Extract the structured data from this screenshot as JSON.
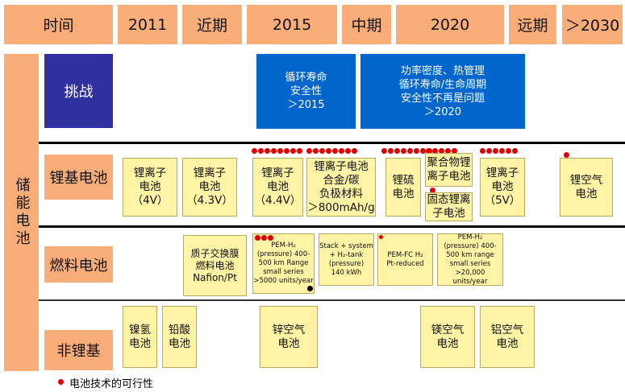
{
  "header": [
    "时间",
    "2011",
    "近期",
    "2015",
    "中期",
    "2020",
    "远期",
    "＞2030"
  ],
  "side_label": "储能电池",
  "rows": {
    "challenge": "挑战",
    "lithium": "锂基电池",
    "fuel": "燃料电池",
    "nonlithium": "非锂基"
  },
  "challenges": [
    "循环寿命\n安全性\n＞2015",
    "功率密度、热管理\n循环寿命/生命周期\n安全性不再是问题\n＞2020"
  ],
  "lithium_boxes": [
    "锂离子\n电池\n（4V）",
    "锂离子\n电池\n（4.3V）",
    "锂离子\n电池\n（4.4V）",
    "锂离子电池\n合金/碳\n负极材料\n＞800mAh/g",
    "锂硫\n电池",
    "聚合物锂\n离子电池",
    "固态锂离\n子电池",
    "锂离子\n电池\n（5V）",
    "锂空气\n电池"
  ],
  "fuel_boxes": [
    "质子交换膜\n燃料电池\nNafion/Pt",
    "PEM-H₂\n(pressure) 400-\n500 km Range\nsmall series\n>5000 units/year",
    "Stack + system\n+ H₂-tank\n(pressure)\n140 kWh",
    "PEM-FC H₂\nPt-reduced",
    "PEM-H₂\n(pressure) 400-\n500 km range\nsmall series\n>20,000 units/year"
  ],
  "nonlithium_boxes": [
    "镍氢\n电池",
    "铅酸\n电池",
    "锌空气\n电池",
    "镁空气\n电池",
    "铝空气\n电池"
  ],
  "feasibility_dots": {
    "li_4_4v": 8,
    "li_alloy": 8,
    "li_s": 8,
    "polymer": 5,
    "solid_state": 1,
    "li_5v": 6,
    "li_air": 1,
    "pem_h2": 3,
    "pem_fc": 1
  },
  "legend": "电池技术的可行性",
  "colors": {
    "header": "#f9ad78",
    "challenge_label": "#3030a0",
    "challenge_box": "#0066cc",
    "box": "#fff3a6",
    "dot": "#dd0000"
  }
}
